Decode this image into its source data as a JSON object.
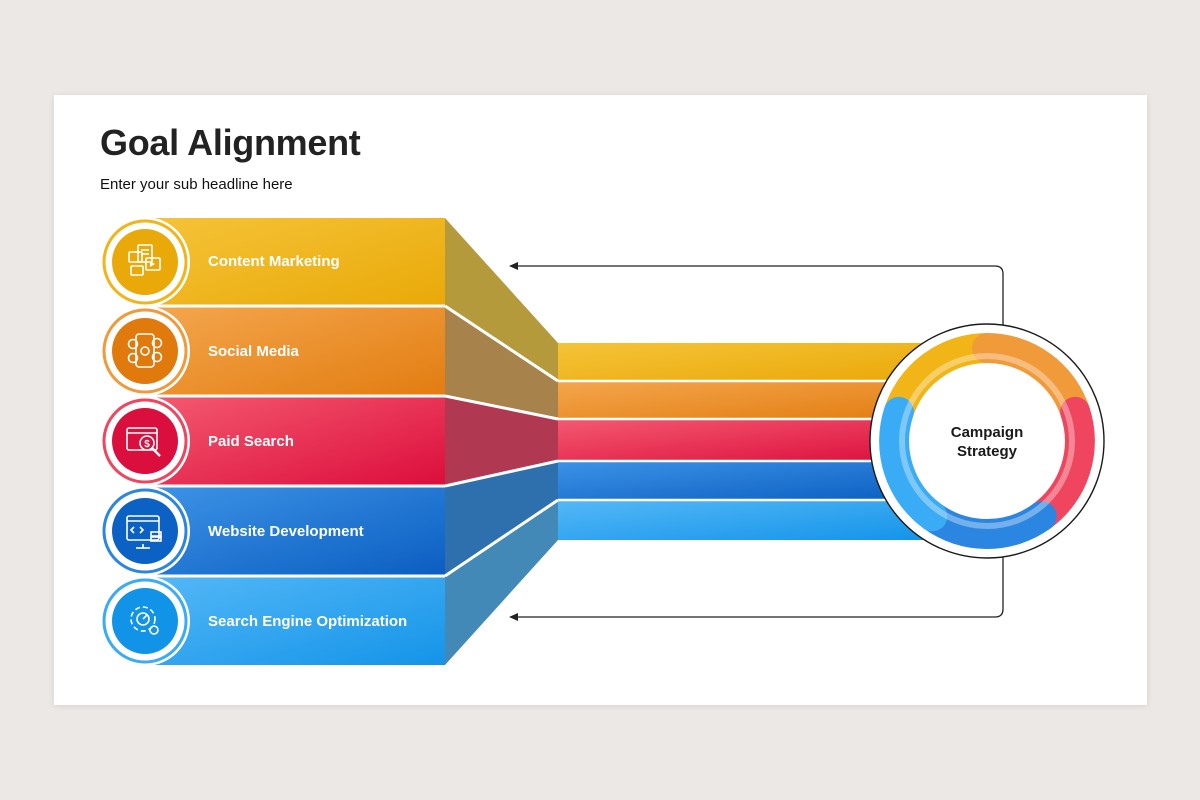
{
  "title": "Goal Alignment",
  "subtitle": "Enter your sub headline here",
  "center": {
    "line1": "Campaign",
    "line2": "Strategy"
  },
  "items": [
    {
      "label": "Content Marketing",
      "icon": "content-marketing-icon",
      "color": "#f2b517",
      "dark": "#e2a006",
      "side": "#b59a3c"
    },
    {
      "label": "Social Media",
      "icon": "social-media-icon",
      "color": "#f19a3a",
      "dark": "#e07a0d",
      "side": "#a7804a"
    },
    {
      "label": "Paid Search",
      "icon": "paid-search-icon",
      "color": "#f0455e",
      "dark": "#db0f3d",
      "side": "#b1394f"
    },
    {
      "label": "Website Development",
      "icon": "website-development-icon",
      "color": "#2a86e0",
      "dark": "#0c62c4",
      "side": "#2f6fae"
    },
    {
      "label": "Search Engine Optimization",
      "icon": "seo-icon",
      "color": "#3aabf5",
      "dark": "#1193e8",
      "side": "#4189b8"
    }
  ]
}
